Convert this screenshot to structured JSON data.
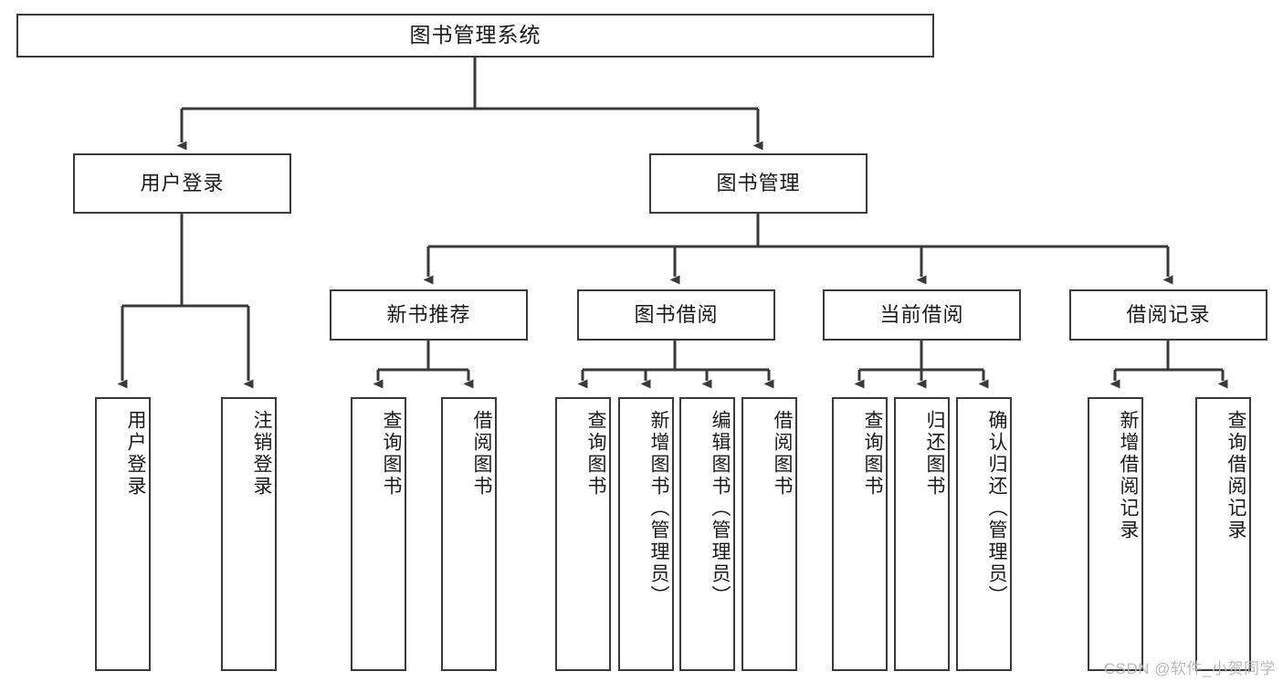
{
  "diagram": {
    "type": "hierarchy-tree",
    "title": "图书管理系统",
    "orientation": "top-down",
    "colors": {
      "box_border": "#3a3a3a",
      "box_fill": "#ffffff",
      "connector": "#3a3a3a",
      "text": "#1a1a1a",
      "watermark": "#b9b9b9"
    },
    "levels": {
      "level1": [
        "图书管理系统"
      ],
      "level2": [
        "用户登录",
        "图书管理"
      ],
      "level3": [
        "新书推荐",
        "图书借阅",
        "当前借阅",
        "借阅记录"
      ],
      "level4": [
        "用户登录",
        "注销登录",
        "查询图书",
        "借阅图书",
        "查询图书",
        "新增图书（管理员）",
        "编辑图书（管理员）",
        "借阅图书",
        "查询图书",
        "归还图书",
        "确认归还（管理员）",
        "新增借阅记录",
        "查询借阅记录"
      ]
    },
    "nodes": {
      "root": {
        "label": "图书管理系统"
      },
      "user_login": {
        "label": "用户登录"
      },
      "book_manage": {
        "label": "图书管理"
      },
      "new_book_rec": {
        "label": "新书推荐"
      },
      "book_borrow": {
        "label": "图书借阅"
      },
      "current_borrow": {
        "label": "当前借阅"
      },
      "borrow_record": {
        "label": "借阅记录"
      },
      "leaf_user_login": {
        "label": "用户登录"
      },
      "leaf_logout": {
        "label": "注销登录"
      },
      "leaf_query_book_a": {
        "label": "查询图书"
      },
      "leaf_borrow_book_a": {
        "label": "借阅图书"
      },
      "leaf_query_book_b": {
        "label": "查询图书"
      },
      "leaf_add_book": {
        "label": "新增图书（管理员）"
      },
      "leaf_edit_book": {
        "label": "编辑图书（管理员）"
      },
      "leaf_borrow_book_b": {
        "label": "借阅图书"
      },
      "leaf_query_book_c": {
        "label": "查询图书"
      },
      "leaf_return_book": {
        "label": "归还图书"
      },
      "leaf_confirm_return": {
        "label": "确认归还（管理员）"
      },
      "leaf_add_record": {
        "label": "新增借阅记录"
      },
      "leaf_query_record": {
        "label": "查询借阅记录"
      }
    },
    "edges": [
      {
        "from": "root",
        "to": "user_login"
      },
      {
        "from": "root",
        "to": "book_manage"
      },
      {
        "from": "user_login",
        "to": "leaf_user_login"
      },
      {
        "from": "user_login",
        "to": "leaf_logout"
      },
      {
        "from": "book_manage",
        "to": "new_book_rec"
      },
      {
        "from": "book_manage",
        "to": "book_borrow"
      },
      {
        "from": "book_manage",
        "to": "current_borrow"
      },
      {
        "from": "book_manage",
        "to": "borrow_record"
      },
      {
        "from": "new_book_rec",
        "to": "leaf_query_book_a"
      },
      {
        "from": "new_book_rec",
        "to": "leaf_borrow_book_a"
      },
      {
        "from": "book_borrow",
        "to": "leaf_query_book_b"
      },
      {
        "from": "book_borrow",
        "to": "leaf_add_book"
      },
      {
        "from": "book_borrow",
        "to": "leaf_edit_book"
      },
      {
        "from": "book_borrow",
        "to": "leaf_borrow_book_b"
      },
      {
        "from": "current_borrow",
        "to": "leaf_query_book_c"
      },
      {
        "from": "current_borrow",
        "to": "leaf_return_book"
      },
      {
        "from": "current_borrow",
        "to": "leaf_confirm_return"
      },
      {
        "from": "borrow_record",
        "to": "leaf_add_record"
      },
      {
        "from": "borrow_record",
        "to": "leaf_query_record"
      }
    ]
  },
  "watermark": {
    "text": "CSDN @软件_小贺同学"
  }
}
